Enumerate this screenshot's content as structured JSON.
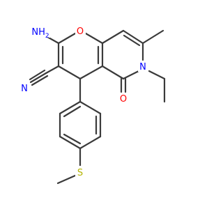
{
  "molecule": {
    "atoms": {
      "amino": {
        "text": "NH",
        "sub": "2",
        "color": "#0000ff"
      },
      "ring_oxygen": {
        "text": "O",
        "color": "#ff0000"
      },
      "nitrile_nitrogen": {
        "text": "N",
        "color": "#0000ff"
      },
      "pyridone_nitrogen": {
        "text": "N",
        "color": "#0000ff"
      },
      "carbonyl_oxygen": {
        "text": "O",
        "color": "#ff0000"
      },
      "sulfur": {
        "text": "S",
        "color": "#b3b300"
      }
    },
    "bond_color": "#3a3a3a",
    "background": "#ffffff"
  }
}
